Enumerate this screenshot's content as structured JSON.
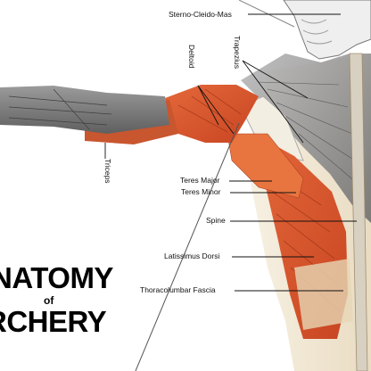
{
  "labels": {
    "sterno_cleido_mas": "Sterno-Cleido-Mas",
    "trapezius": "Trapezius",
    "deltoid": "Deltoid",
    "triceps": "Triceps",
    "teres_major": "Teres Major",
    "teres_minor": "Teres Minor",
    "spine": "Spine",
    "latissimus_dorsi": "Latissimus Dorsi",
    "thoracolumbar_fascia": "Thoracolumbar Fascia"
  },
  "title": {
    "line1": "NATOMY",
    "of": "of",
    "line2": "RCHERY"
  },
  "colors": {
    "muscle_red": "#d9532b",
    "muscle_orange": "#e8753f",
    "muscle_gray": "#8a8a8a",
    "skin": "#f4ead8",
    "ink": "#111111"
  }
}
